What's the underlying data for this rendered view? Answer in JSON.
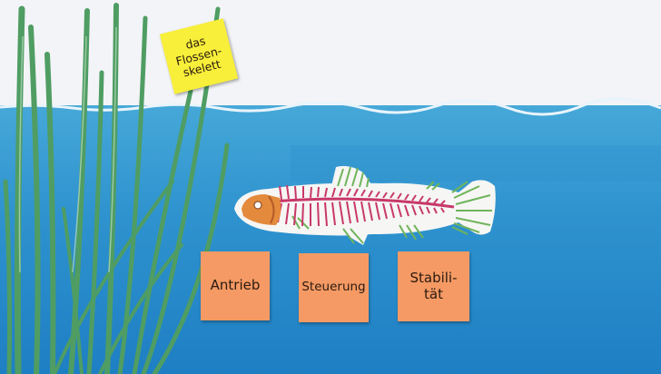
{
  "scene": {
    "description_colors": {
      "sky": "#f4f5f8",
      "water_top": "#3b9fd2",
      "water_bottom": "#1f80c4",
      "reed": "#4e9b62",
      "fish_skeleton": "#c8386a",
      "fins": "#6fb45a",
      "head": "#e38a3c"
    }
  },
  "notes": {
    "title": "das\nFlossen-\nskelett",
    "labels": [
      "Antrieb",
      "Steuerung",
      "Stabili-\ntät"
    ],
    "title_color": "#f7ef3a",
    "label_color": "#f59a64"
  }
}
